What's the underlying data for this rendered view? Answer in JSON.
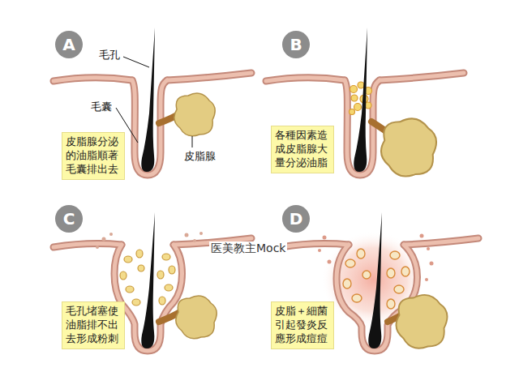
{
  "diagram": {
    "nodes": [
      {
        "text": [
          "A"
        ]
      },
      {
        "text": [
          "皮脂腺分泌的油脂順著毛囊排出去"
        ]
      },
      {
        "text": [
          "B"
        ]
      },
      {
        "text": [
          "各種因素造成皮脂腺大量分泌油脂"
        ]
      },
      {
        "text": [
          "C"
        ]
      },
      {
        "text": [
          "毛孔堵塞使油脂排不出去形成粉刺"
        ]
      },
      {
        "text": [
          "D"
        ]
      },
      {
        "text": [
          "皮脂＋細菌引起發炎反應形成痘痘"
        ]
      }
    ],
    "labels": [
      "毛孔",
      "毛囊",
      "皮脂腺",
      "医美教主Mock"
    ]
  }
}
